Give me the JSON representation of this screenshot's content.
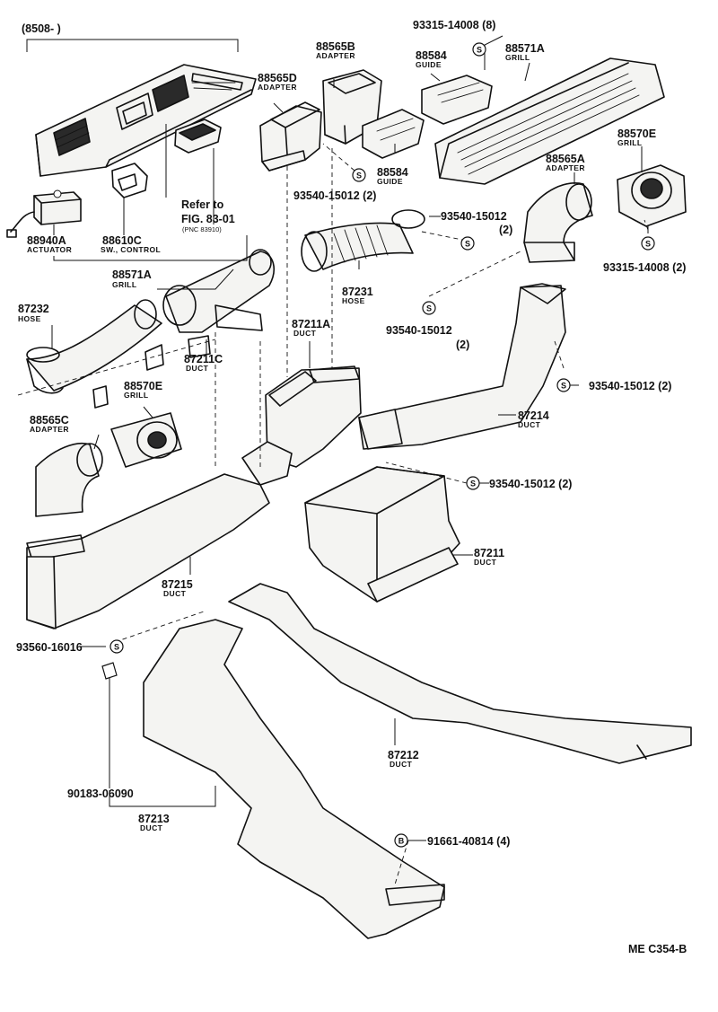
{
  "diagram": {
    "group_code": "(8508-        )",
    "footer_code": "ME C354-B",
    "reference": {
      "line1": "Refer to",
      "line2": "FIG. 83-01",
      "line3": "(PNC 83910)"
    },
    "parts": [
      {
        "id": "p88940A",
        "number": "88940A",
        "name": "ACTUATOR"
      },
      {
        "id": "p88610C",
        "number": "88610C",
        "name": "SW., CONTROL"
      },
      {
        "id": "p88571A_left",
        "number": "88571A",
        "name": "GRILL"
      },
      {
        "id": "p88565B",
        "number": "88565B",
        "name": "ADAPTER"
      },
      {
        "id": "p88565D",
        "number": "88565D",
        "name": "ADAPTER"
      },
      {
        "id": "p88584_top",
        "number": "88584",
        "name": "GUIDE"
      },
      {
        "id": "p88584_low",
        "number": "88584",
        "name": "GUIDE"
      },
      {
        "id": "p88571A_right",
        "number": "88571A",
        "name": "GRILL"
      },
      {
        "id": "p88570E_right",
        "number": "88570E",
        "name": "GRILL"
      },
      {
        "id": "p88565A",
        "number": "88565A",
        "name": "ADAPTER"
      },
      {
        "id": "p87232",
        "number": "87232",
        "name": "HOSE"
      },
      {
        "id": "p87231",
        "number": "87231",
        "name": "HOSE"
      },
      {
        "id": "p87211C",
        "number": "87211C",
        "name": "DUCT"
      },
      {
        "id": "p87211A",
        "number": "87211A",
        "name": "DUCT"
      },
      {
        "id": "p88570E_left",
        "number": "88570E",
        "name": "GRILL"
      },
      {
        "id": "p88565C",
        "number": "88565C",
        "name": "ADAPTER"
      },
      {
        "id": "p87214",
        "number": "87214",
        "name": "DUCT"
      },
      {
        "id": "p87211",
        "number": "87211",
        "name": "DUCT"
      },
      {
        "id": "p87215",
        "number": "87215",
        "name": "DUCT"
      },
      {
        "id": "p87212",
        "number": "87212",
        "name": "DUCT"
      },
      {
        "id": "p87213",
        "number": "87213",
        "name": "DUCT"
      }
    ],
    "fasteners": [
      {
        "id": "f93315_top",
        "symbol": "S",
        "number": "93315-14008 (8)"
      },
      {
        "id": "f93540_a",
        "symbol": "S",
        "number": "93540-15012 (2)"
      },
      {
        "id": "f93540_b",
        "symbol": "S",
        "number": "93540-15012",
        "qty": "(2)"
      },
      {
        "id": "f93315_right",
        "symbol": "S",
        "number": "93315-14008 (2)"
      },
      {
        "id": "f93540_c",
        "symbol": "S",
        "number": "93540-15012",
        "qty": "(2)"
      },
      {
        "id": "f93540_d",
        "symbol": "S",
        "number": "93540-15012 (2)"
      },
      {
        "id": "f93540_e",
        "symbol": "S",
        "number": "93540-15012 (2)"
      },
      {
        "id": "f93560",
        "symbol": "S",
        "number": "93560-16016"
      },
      {
        "id": "f90183",
        "number": "90183-06090"
      },
      {
        "id": "f91661",
        "symbol": "B",
        "number": "91661-40814 (4)"
      }
    ]
  }
}
